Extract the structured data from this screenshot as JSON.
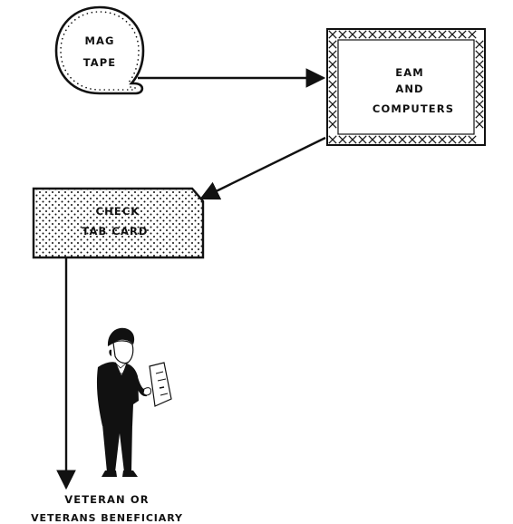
{
  "nodes": {
    "mag_tape": {
      "line1": "MAG",
      "line2": "TAPE",
      "shape": "tape-reel"
    },
    "eam": {
      "line1": "EAM",
      "line2": "AND",
      "line3": "COMPUTERS",
      "shape": "cross-hatched-box"
    },
    "check": {
      "line1": "CHECK",
      "line2": "TAB CARD",
      "shape": "punched-card"
    },
    "recipient": {
      "line1": "VETERAN OR",
      "line2": "VETERANS BENEFICIARY",
      "figure": "man-reading-check-icon"
    }
  },
  "edges": [
    {
      "from": "mag_tape",
      "to": "eam"
    },
    {
      "from": "eam",
      "to": "check"
    },
    {
      "from": "check",
      "to": "recipient"
    }
  ],
  "colors": {
    "ink": "#111111",
    "background": "#ffffff"
  }
}
